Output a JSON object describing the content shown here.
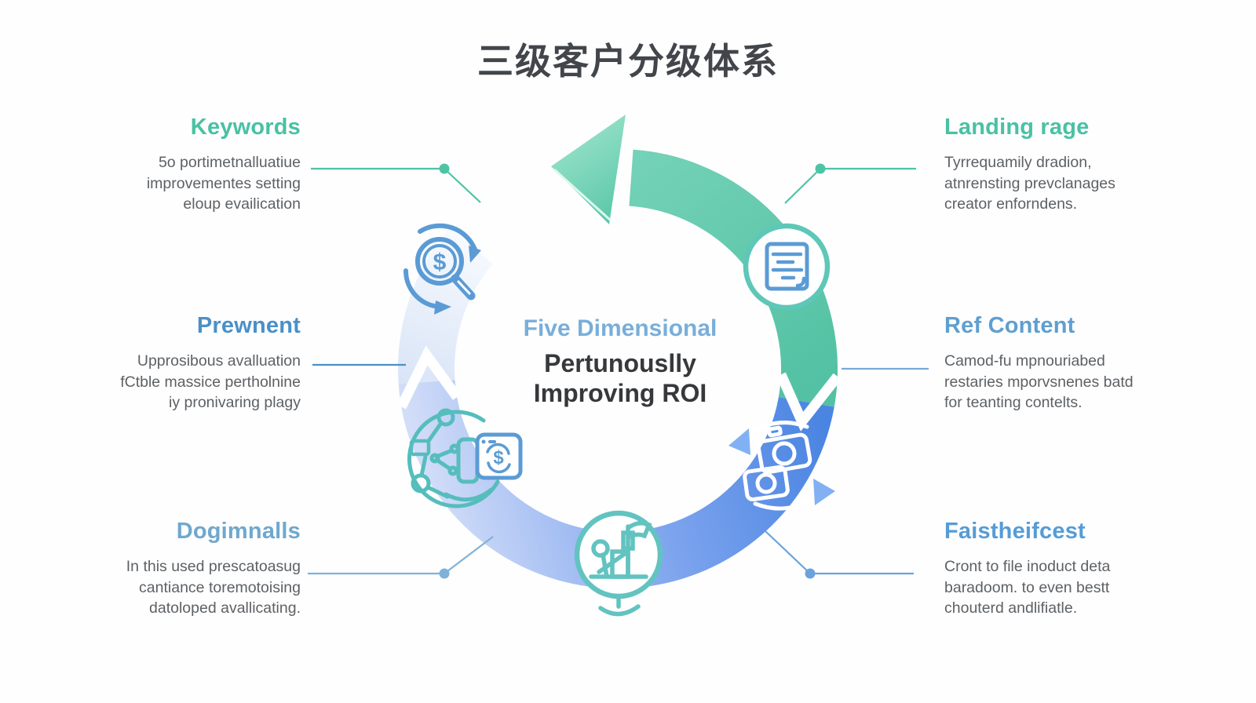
{
  "title": "三级客户分级体系",
  "center": {
    "subtitle": "Five Dimensional",
    "title_line1": "Pertunouslly",
    "title_line2": "Improving ROI"
  },
  "sections": [
    {
      "id": "keywords",
      "side": "left",
      "heading": "Keywords",
      "color": "#49c1a4",
      "lines": [
        "5o portimetnalluatiue",
        "improvementes setting",
        "eloup evailication"
      ]
    },
    {
      "id": "prewnent",
      "side": "left",
      "heading": "Prewnent",
      "color": "#4a90c9",
      "lines": [
        "Upprosibous avalluation",
        "fCtble massice pertholnine",
        "iy pronivaring plagy"
      ]
    },
    {
      "id": "dogimnalls",
      "side": "left",
      "heading": "Dogimnalls",
      "color": "#6fa8ce",
      "lines": [
        "In this used prescatoasug",
        "cantiance toremotoising",
        "datoloped avallicating."
      ]
    },
    {
      "id": "landing-page",
      "side": "right",
      "heading": "Landing rage",
      "color": "#49c1a4",
      "lines": [
        "Tyrrequamily dradion,",
        "atnrensting prevclanages",
        "creator enforndens."
      ]
    },
    {
      "id": "ref-content",
      "side": "right",
      "heading": "Ref Content",
      "color": "#5f9fd0",
      "lines": [
        "Camod-fu mpnouriabed",
        "restaries mporvsnenes batd",
        "for teanting contelts."
      ]
    },
    {
      "id": "faistheifcest",
      "side": "right",
      "heading": "Faistheifcest",
      "color": "#559cd6",
      "lines": [
        "Cront to file inoduct deta",
        "baradoom. to even bestt",
        "chouterd andlifiatle."
      ]
    }
  ],
  "icons": [
    {
      "name": "money-search-icon",
      "glyph": "$"
    },
    {
      "name": "document-icon"
    },
    {
      "name": "sync-transfer-icon"
    },
    {
      "name": "milestone-flag-icon"
    },
    {
      "name": "analytics-network-icon",
      "glyph": "$"
    },
    {
      "name": "cycle-arrow-icon"
    }
  ],
  "colors": {
    "teal_accent": "#4fc3a6",
    "green_band": "#5bc7a9",
    "blue_band": "#4b85e2",
    "pale_band": "#dbe5f7",
    "title_text": "#42464b",
    "body_text": "#5d6165",
    "center_subtitle": "#79aed9",
    "center_title": "#36383b"
  }
}
